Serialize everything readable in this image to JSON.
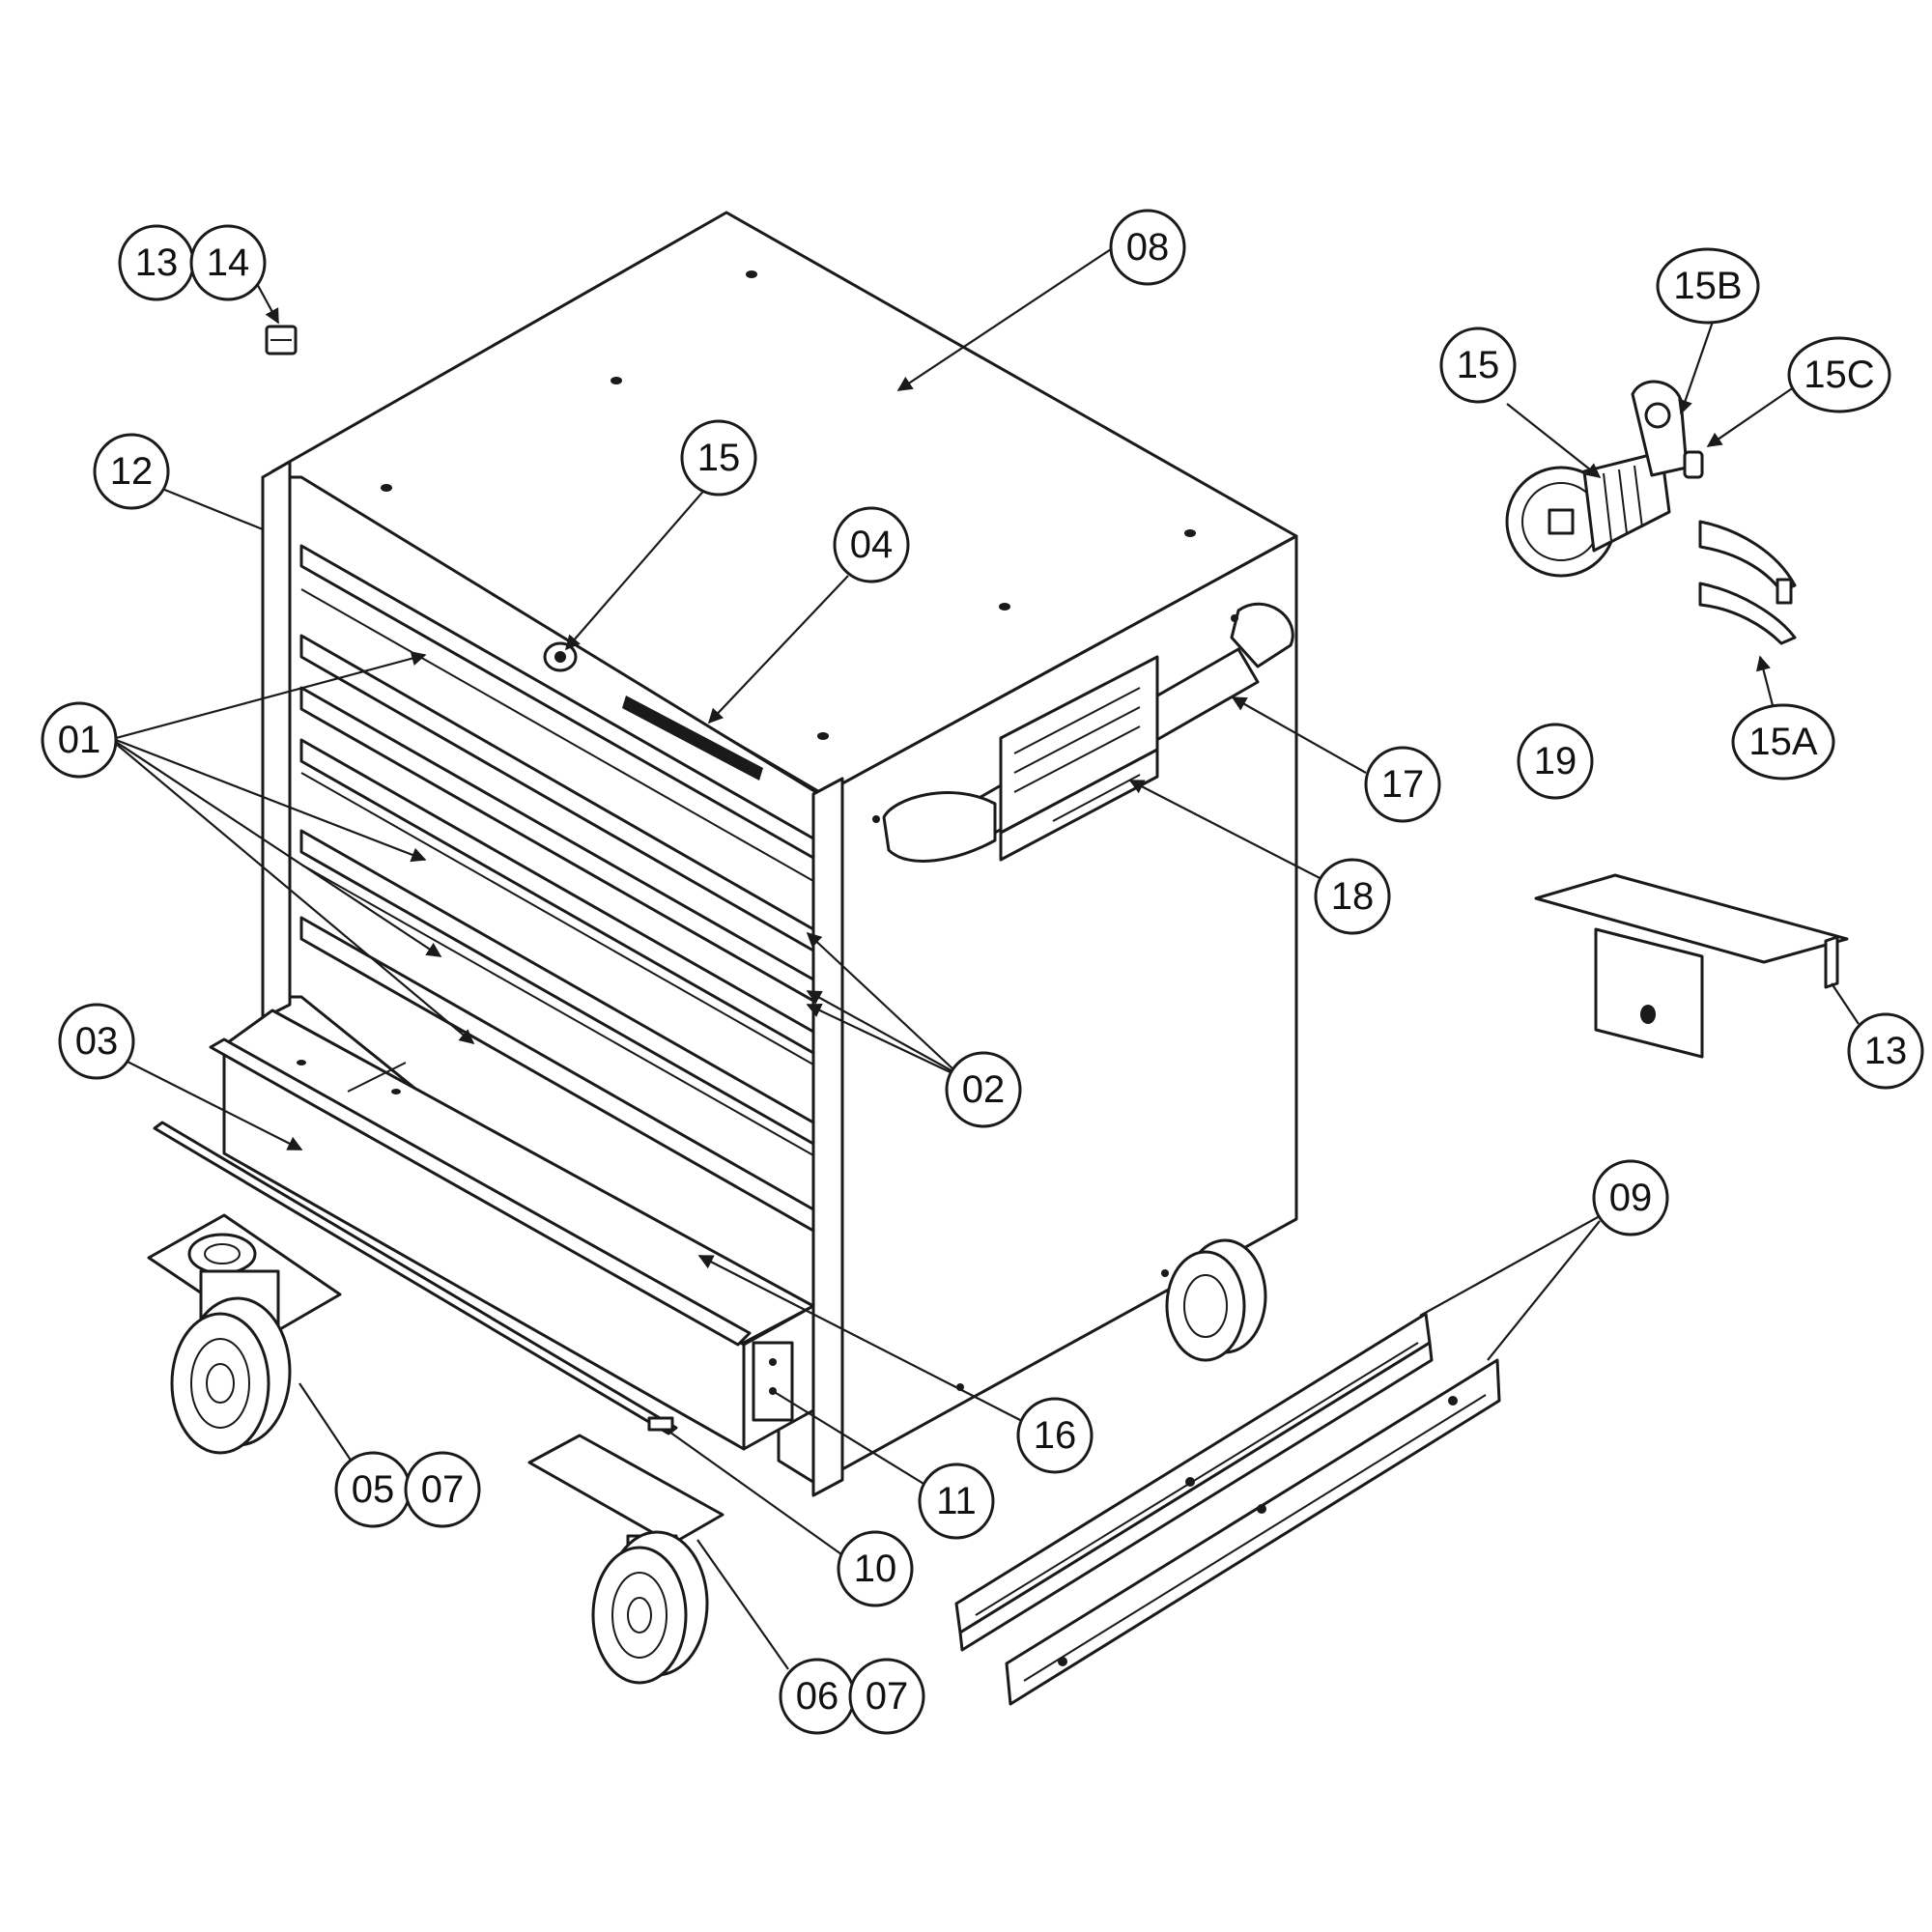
{
  "callouts": {
    "c01": "01",
    "c02": "02",
    "c03": "03",
    "c04": "04",
    "c0507_a": "05",
    "c0507_b": "07",
    "c0607_a": "06",
    "c0607_b": "07",
    "c08": "08",
    "c09": "09",
    "c10": "10",
    "c11": "11",
    "c12": "12",
    "c13_top": "13",
    "c14": "14",
    "c13_right": "13",
    "c15_front": "15",
    "c15_lock": "15",
    "c15A": "15A",
    "c15B": "15B",
    "c15C": "15C",
    "c16": "16",
    "c17": "17",
    "c18": "18",
    "c19": "19"
  },
  "colors": {
    "line": "#1a1a1a",
    "background": "#ffffff"
  }
}
